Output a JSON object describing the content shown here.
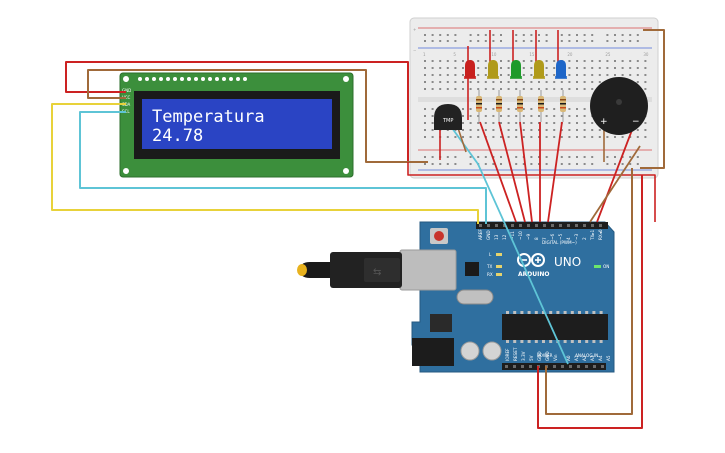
{
  "lcd": {
    "line1": "Temperatura",
    "line2": "24.78",
    "pins": [
      "GND",
      "VCC",
      "SDA",
      "SCL"
    ]
  },
  "sensor": {
    "label": "TMP"
  },
  "buzzer": {
    "plus": "+",
    "minus": "−"
  },
  "leds": [
    {
      "color": "#c8201e"
    },
    {
      "color": "#b09a1a"
    },
    {
      "color": "#1e9a2a"
    },
    {
      "color": "#b09a1a"
    },
    {
      "color": "#1e66c8"
    }
  ],
  "arduino": {
    "brand": "ARDUINO",
    "model": "UNO",
    "on_label": "ON",
    "digital_label": "DIGITAL (PWM~)",
    "power_label": "POWER",
    "analog_label": "ANALOG IN",
    "tx": "TX",
    "rx": "RX",
    "l": "L",
    "digital_pins": [
      "AREF",
      "GND",
      "13",
      "12",
      "~11",
      "~10",
      "~9",
      "8",
      "7",
      "~6",
      "~5",
      "4",
      "~3",
      "2",
      "TX▸1",
      "RX◂0"
    ],
    "power_pins": [
      "IOREF",
      "RESET",
      "3.3V",
      "5V",
      "GND",
      "GND",
      "Vin"
    ],
    "analog_pins": [
      "A0",
      "A1",
      "A2",
      "A3",
      "A4",
      "A5"
    ]
  },
  "breadboard": {
    "rail_plus": "+",
    "rail_minus": "−",
    "column_numbers": [
      "1",
      "5",
      "10",
      "15",
      "20",
      "25",
      "30"
    ]
  },
  "colors": {
    "red_wire": "#cc2222",
    "brown_wire": "#a06a3a",
    "yellow_wire": "#e8d23a",
    "cyan_wire": "#5ec4d6",
    "arduino_board": "#2f6f9f",
    "lcd_board": "#3c8f3c",
    "lcd_screen": "#2a44c4"
  }
}
